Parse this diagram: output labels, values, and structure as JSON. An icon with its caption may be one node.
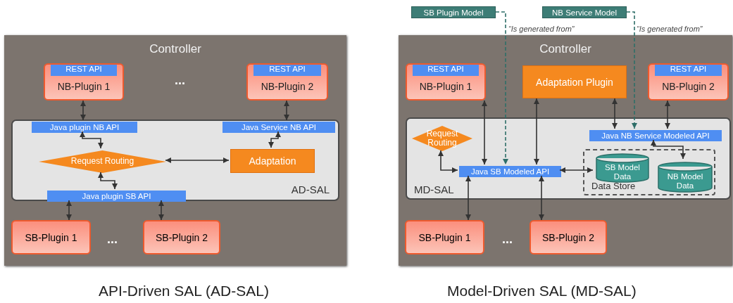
{
  "diagram": {
    "nodes": [
      {
        "text": [
          "Controller"
        ]
      },
      {
        "text": [
          "REST API",
          "NB-Plugin 1"
        ],
        "in": 0
      },
      {
        "text": [
          "REST API",
          "NB-Plugin 2"
        ],
        "in": 0
      },
      {
        "text": [
          "AD-SAL"
        ],
        "in": 0
      },
      {
        "text": [
          "Java plugin NB API"
        ],
        "in": 3
      },
      {
        "text": [
          "Java Service NB API"
        ],
        "in": 3
      },
      {
        "text": [
          "Request Routing"
        ],
        "in": 3
      },
      {
        "text": [
          "Adaptation"
        ],
        "in": 3
      },
      {
        "text": [
          "Java plugin SB API"
        ],
        "in": 3
      },
      {
        "text": [
          "SB-Plugin 1"
        ],
        "in": 0
      },
      {
        "text": [
          "SB-Plugin 2"
        ],
        "in": 0
      },
      {
        "text": [
          "SB Plugin Model"
        ]
      },
      {
        "text": [
          "NB Service Model"
        ]
      },
      {
        "text": [
          "Controller"
        ]
      },
      {
        "text": [
          "REST API",
          "NB-Plugin 1"
        ],
        "in": 13
      },
      {
        "text": [
          "Adaptation Plugin"
        ],
        "in": 13
      },
      {
        "text": [
          "REST API",
          "NB-Plugin 2"
        ],
        "in": 13
      },
      {
        "text": [
          "MD-SAL"
        ],
        "in": 13
      },
      {
        "text": [
          "Request Routing"
        ],
        "in": 17
      },
      {
        "text": [
          "Java NB Service Modeled API"
        ],
        "in": 17
      },
      {
        "text": [
          "Java SB Modeled API"
        ],
        "in": 17
      },
      {
        "text": [
          "Data Store"
        ],
        "in": 17
      },
      {
        "text": [
          "SB Model Data"
        ],
        "in": 21
      },
      {
        "text": [
          "NB Model Data"
        ],
        "in": 21
      },
      {
        "text": [
          "SB-Plugin 1"
        ],
        "in": 13
      },
      {
        "text": [
          "SB-Plugin 2"
        ],
        "in": 13
      }
    ],
    "edges": [
      {
        "from": 1,
        "to": 4,
        "arrow": "both"
      },
      {
        "from": 2,
        "to": 5,
        "arrow": "both"
      },
      {
        "from": 4,
        "to": 6,
        "arrow": "both"
      },
      {
        "from": 6,
        "to": 7,
        "arrow": "both"
      },
      {
        "from": 5,
        "to": 7,
        "arrow": "both"
      },
      {
        "from": 6,
        "to": 8,
        "arrow": "both"
      },
      {
        "from": 8,
        "to": 9,
        "arrow": "both"
      },
      {
        "from": 8,
        "to": 10,
        "arrow": "both"
      },
      {
        "from": 11,
        "to": 20,
        "arrow": "to",
        "label": "“Is generated from”",
        "style": "dashed",
        "color": "#2e6e68"
      },
      {
        "from": 12,
        "to": 19,
        "arrow": "to",
        "label": "“Is generated from”",
        "style": "dashed",
        "color": "#2e6e68"
      },
      {
        "from": 14,
        "to": 20,
        "arrow": "both"
      },
      {
        "from": 15,
        "to": 20,
        "arrow": "both"
      },
      {
        "from": 15,
        "to": 19,
        "arrow": "both"
      },
      {
        "from": 16,
        "to": 19,
        "arrow": "both"
      },
      {
        "from": 19,
        "to": 23,
        "arrow": "both"
      },
      {
        "from": 18,
        "to": 20,
        "arrow": "both"
      },
      {
        "from": 20,
        "to": 22,
        "arrow": "both"
      },
      {
        "from": 20,
        "to": 24,
        "arrow": "both"
      },
      {
        "from": 20,
        "to": 25,
        "arrow": "both"
      }
    ],
    "labels": [
      "...",
      "...",
      "...",
      "API-Driven SAL (AD-SAL)",
      "Model-Driven SAL (MD-SAL)"
    ]
  }
}
